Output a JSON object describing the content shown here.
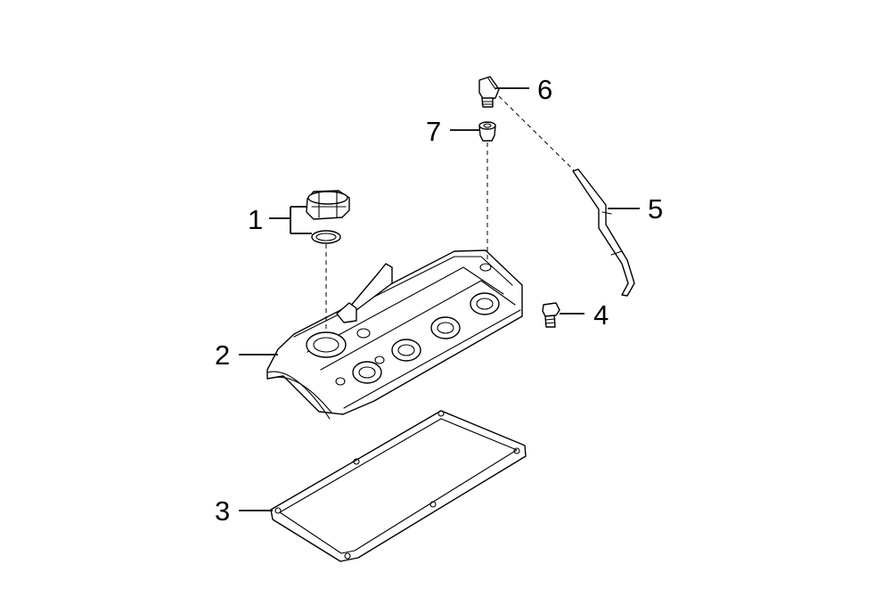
{
  "callouts": [
    {
      "id": "1",
      "label": "1"
    },
    {
      "id": "2",
      "label": "2"
    },
    {
      "id": "3",
      "label": "3"
    },
    {
      "id": "4",
      "label": "4"
    },
    {
      "id": "5",
      "label": "5"
    },
    {
      "id": "6",
      "label": "6"
    },
    {
      "id": "7",
      "label": "7"
    }
  ],
  "line_color": "#000000",
  "background_color": "#ffffff"
}
